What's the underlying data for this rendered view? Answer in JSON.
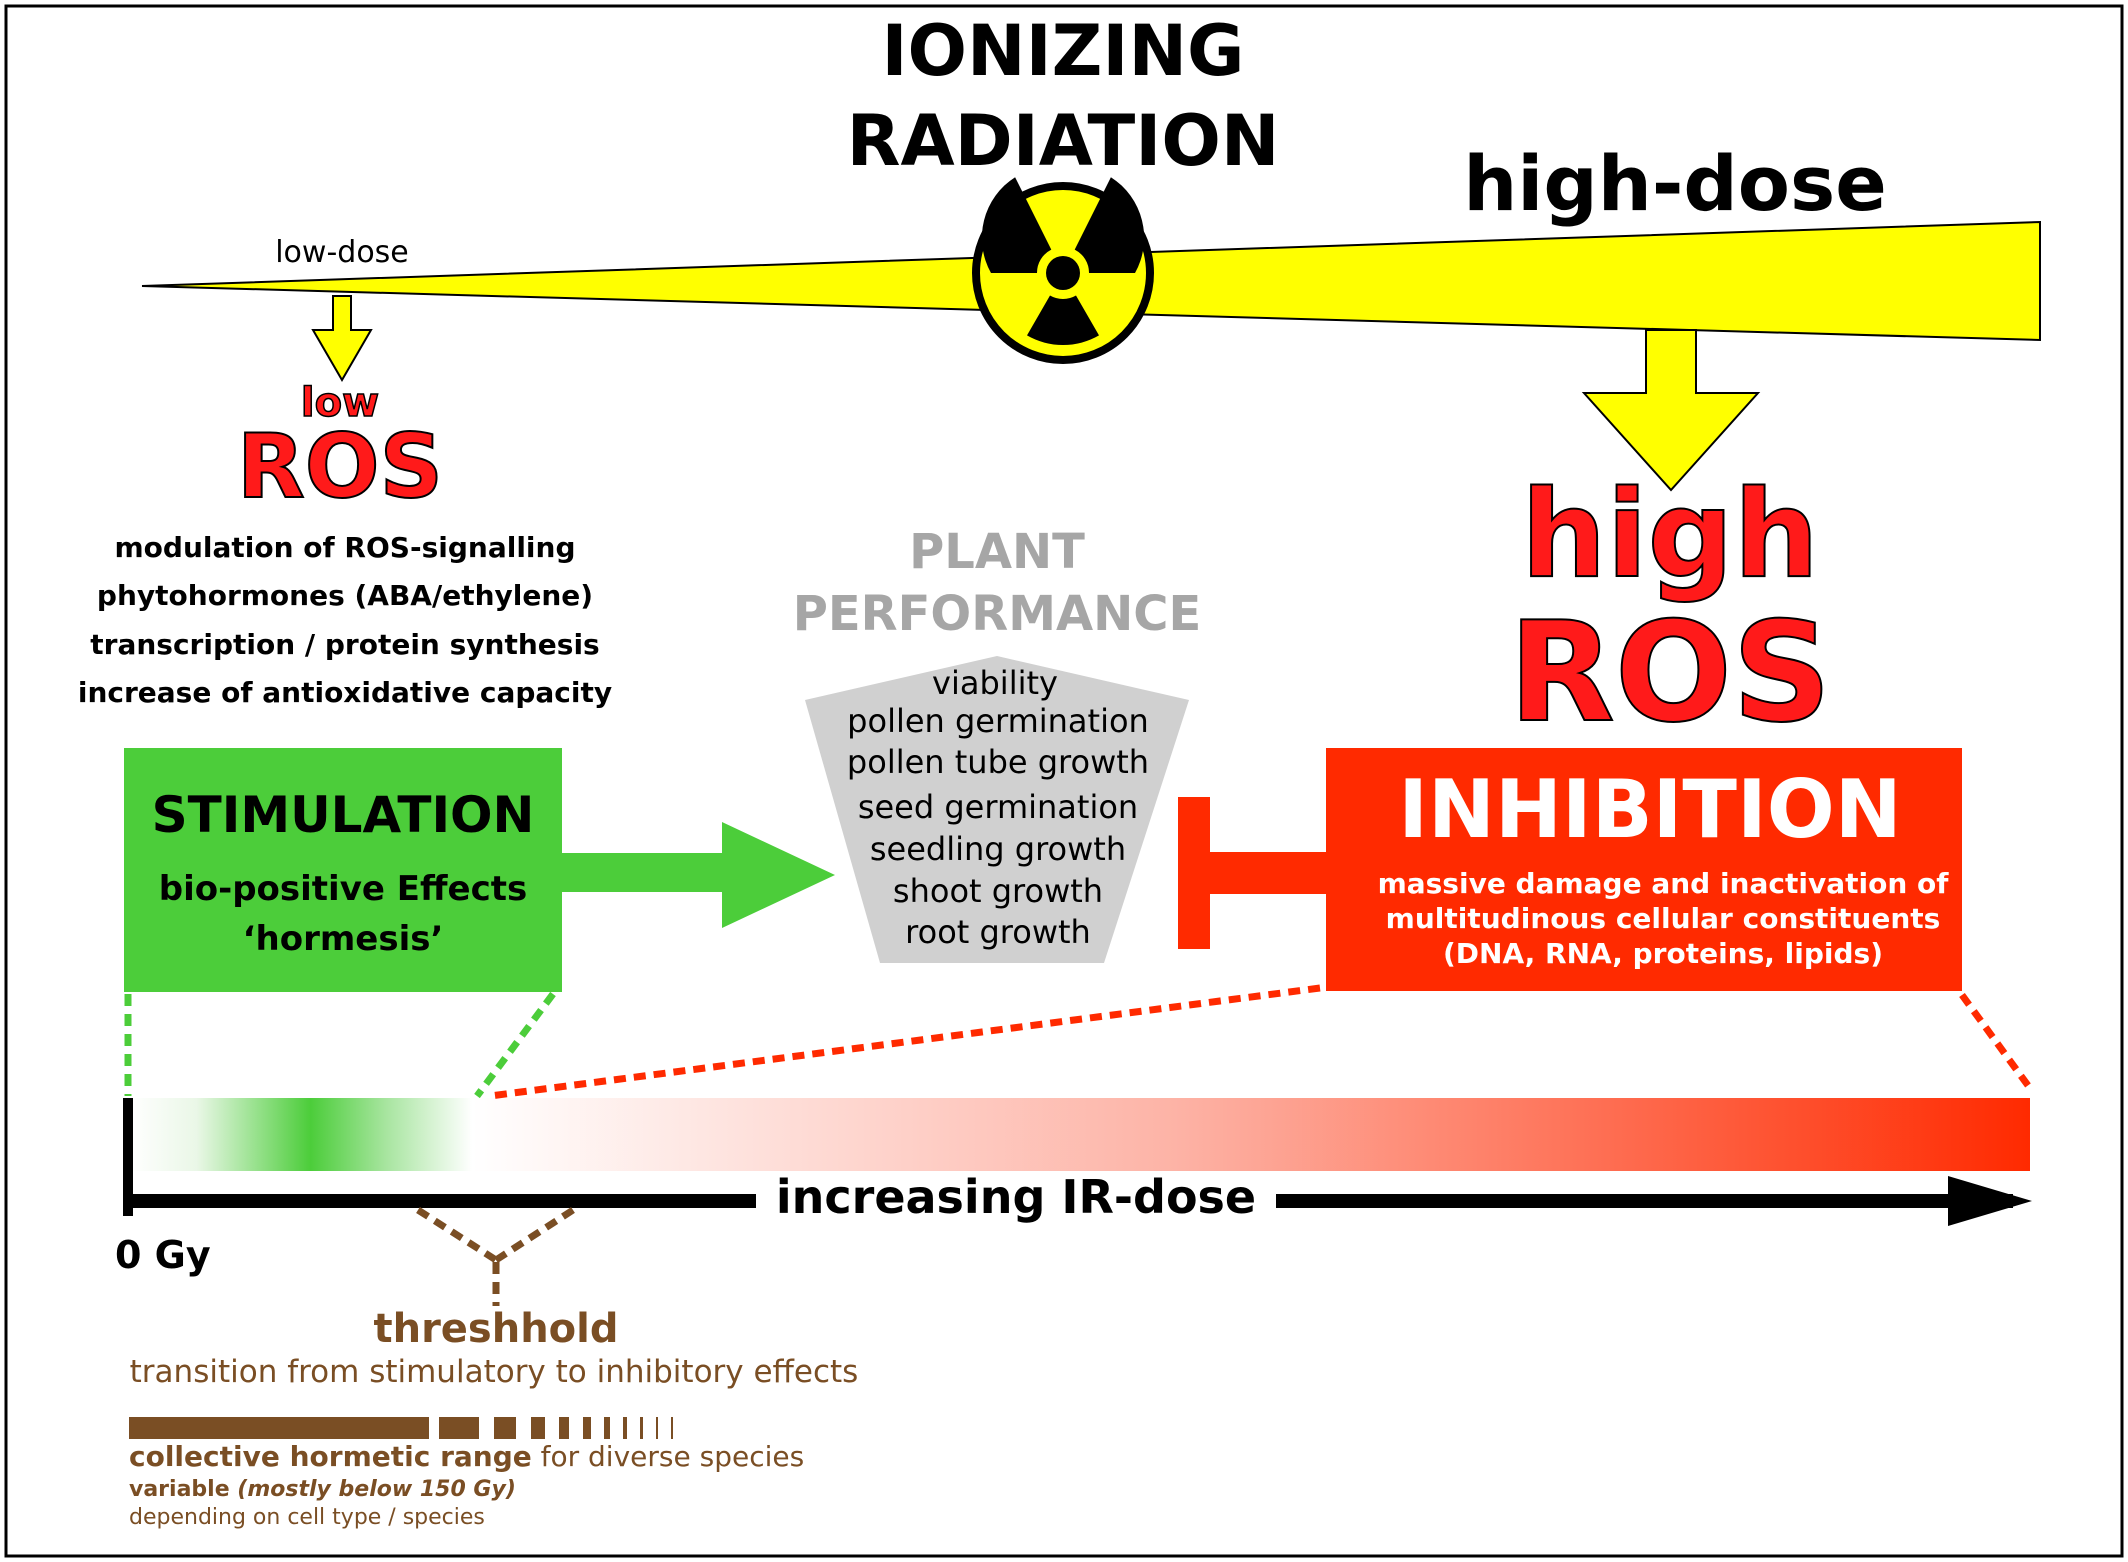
{
  "title": {
    "line1": "IONIZING",
    "line2": "RADIATION"
  },
  "dose_labels": {
    "low": "low-dose",
    "high": "high-dose"
  },
  "low_ros": {
    "small": "low",
    "big": "ROS",
    "effects": [
      "modulation of ROS-signalling",
      "phytohormones (ABA/ethylene)",
      "transcription / protein synthesis",
      "increase of antioxidative capacity"
    ]
  },
  "high_ros": {
    "line1": "high",
    "line2": "ROS"
  },
  "plant_performance": {
    "title_line1": "PLANT",
    "title_line2": "PERFORMANCE",
    "items": [
      "viability",
      "pollen germination",
      "pollen tube growth",
      "seed germination",
      "seedling growth",
      "shoot growth",
      "root growth"
    ]
  },
  "stimulation": {
    "title": "STIMULATION",
    "line1": "bio-positive Effects",
    "line2": "‘hormesis’"
  },
  "inhibition": {
    "title": "INHIBITION",
    "lines": [
      "massive damage and inactivation of",
      "multitudinous cellular constituents",
      "(DNA, RNA, proteins, lipids)"
    ]
  },
  "axis": {
    "label": "increasing IR-dose",
    "origin": "0 Gy"
  },
  "threshold": {
    "title": "threshhold",
    "subtitle": "transition from stimulatory to inhibitory effects"
  },
  "hormetic_range": {
    "bold": "collective hormetic range",
    "rest": " for diverse species",
    "variable_bold": "variable ",
    "variable_italic": "(mostly below 150 Gy)",
    "note": "depending on cell type / species"
  },
  "colors": {
    "yellow": "#ffff00",
    "green": "#4ccd3a",
    "red": "#ff2a00",
    "ros_red": "#ff1a1a",
    "grey": "#a6a6a6",
    "brown": "#7a4e24",
    "black": "#000000"
  }
}
